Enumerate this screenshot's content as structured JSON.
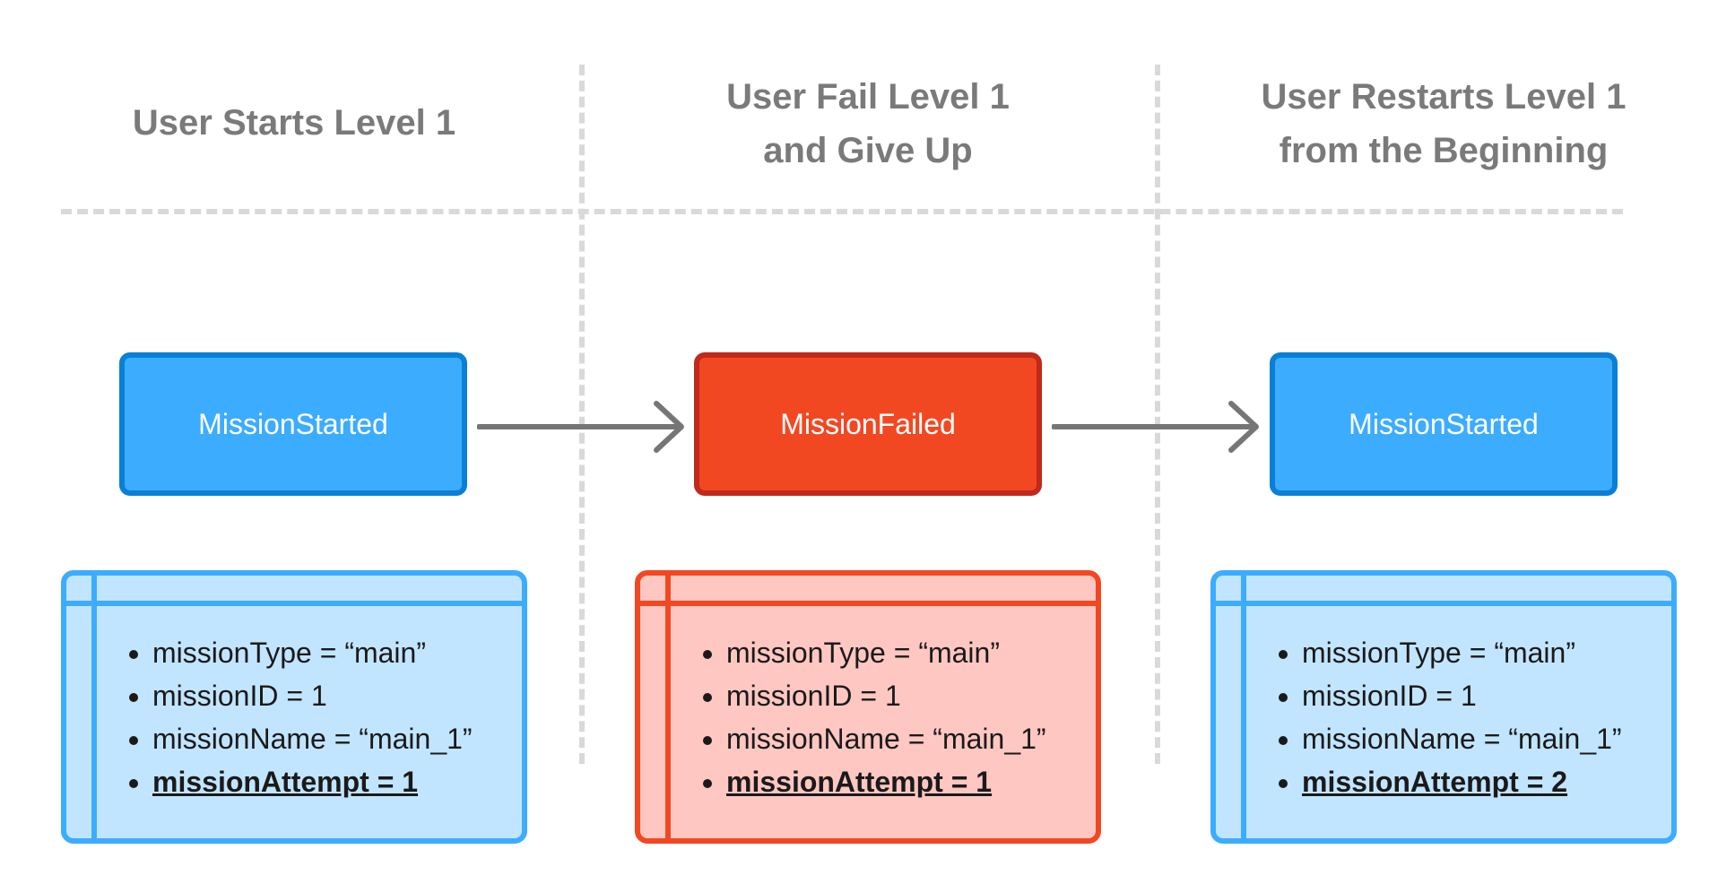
{
  "columns": [
    {
      "title_lines": [
        "User Starts Level 1"
      ],
      "event": "MissionStarted",
      "event_color": "#3cacff",
      "properties": [
        "missionType = “main”",
        "missionID = 1",
        "missionName = “main_1”",
        "missionAttempt = 1"
      ]
    },
    {
      "title_lines": [
        "User Fail Level 1",
        "and Give Up"
      ],
      "event": "MissionFailed",
      "event_color": "#f24822",
      "properties": [
        "missionType = “main”",
        "missionID = 1",
        "missionName = “main_1”",
        "missionAttempt = 1"
      ]
    },
    {
      "title_lines": [
        "User Restarts Level 1",
        "from the Beginning"
      ],
      "event": "MissionStarted",
      "event_color": "#3cacff",
      "properties": [
        "missionType = “main”",
        "missionID = 1",
        "missionName = “main_1”",
        "missionAttempt = 2"
      ]
    }
  ],
  "colors": {
    "blue_fill": "#3cacff",
    "blue_border": "#0a7fd6",
    "blue_card": "#c2e5ff",
    "red_fill": "#f24822",
    "red_border": "#c0291b",
    "red_card": "#ffc7c2",
    "title_gray": "#7a7a7a",
    "divider_gray": "#d9d9d9",
    "arrow_gray": "#767676"
  }
}
